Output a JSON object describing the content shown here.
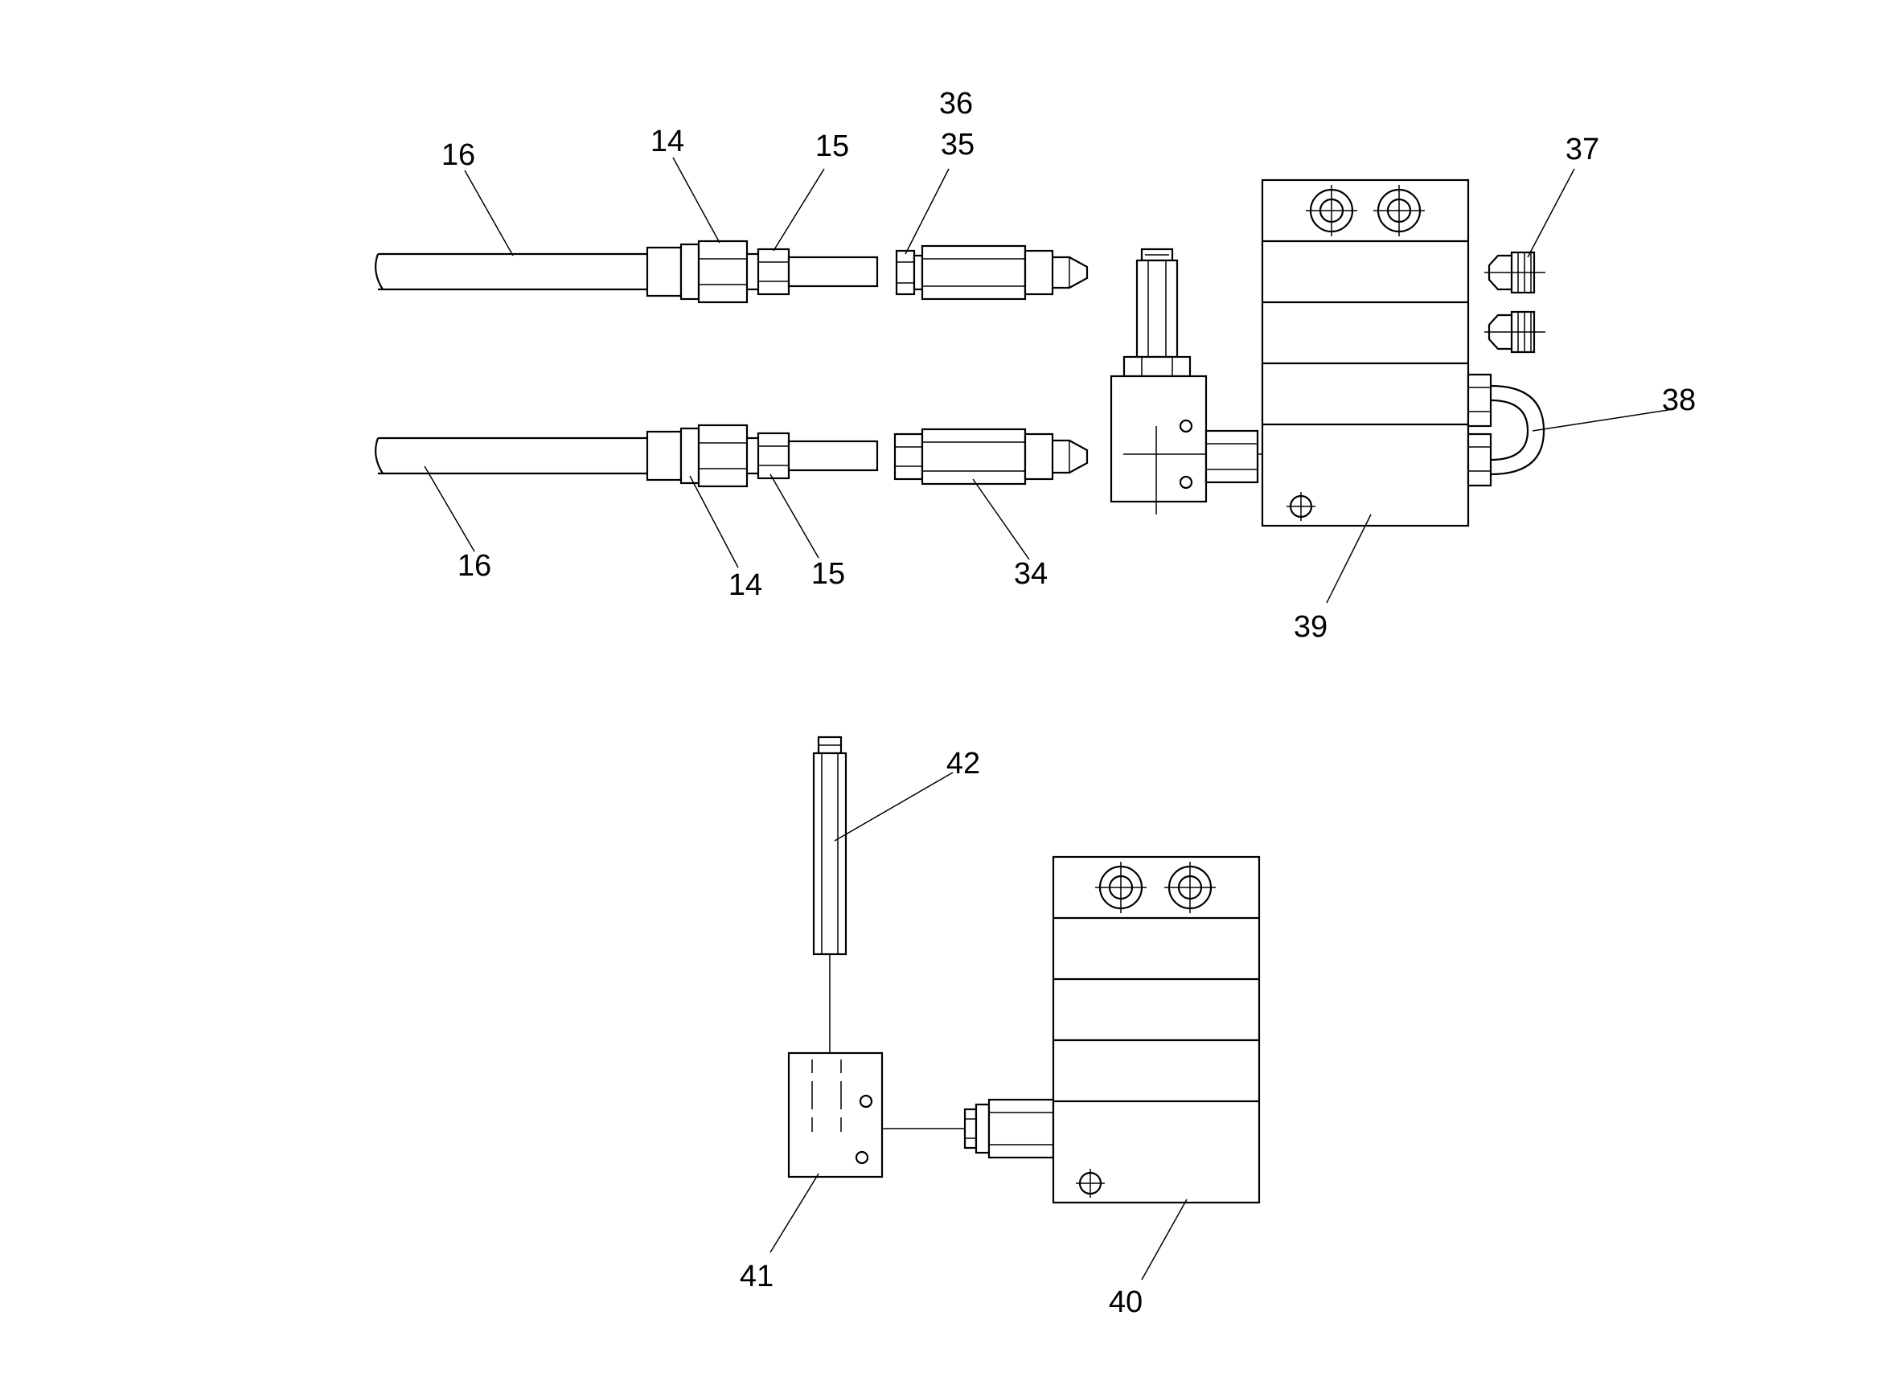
{
  "figure": {
    "callouts": {
      "c16_top": "16",
      "c14_top": "14",
      "c15_top": "15",
      "c36": "36",
      "c35": "35",
      "c37": "37",
      "c38": "38",
      "c16_bottom": "16",
      "c14_bottom": "14",
      "c15_bottom": "15",
      "c34": "34",
      "c39": "39",
      "c42": "42",
      "c41": "41",
      "c40": "40"
    }
  }
}
